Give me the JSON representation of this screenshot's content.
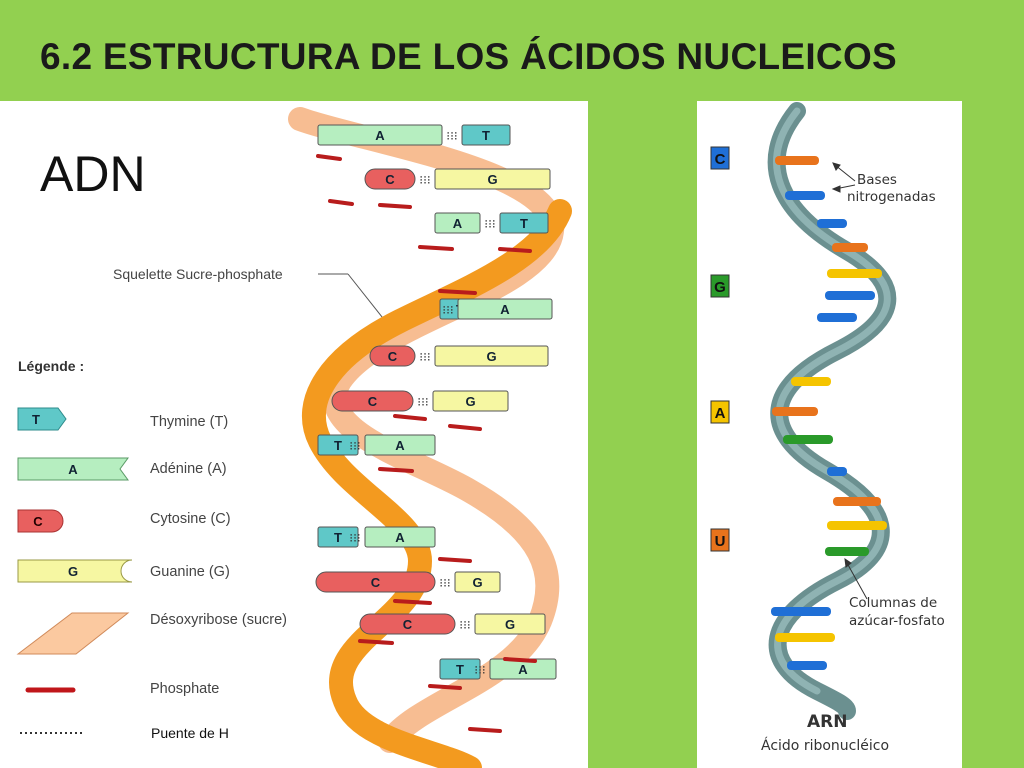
{
  "slide": {
    "title": "6.2 ESTRUCTURA DE LOS ÁCIDOS NUCLEICOS"
  },
  "dna_panel": {
    "label": "ADN",
    "skeleton_label": "Squelette Sucre-phosphate",
    "legend_title": "Légende :",
    "legend": [
      {
        "code": "T",
        "text": "Thymine (T)",
        "color": "#5fc8c8"
      },
      {
        "code": "A",
        "text": "Adénine (A)",
        "color": "#b6eec0"
      },
      {
        "code": "C",
        "text": "Cytosine (C)",
        "color": "#e8605f"
      },
      {
        "code": "G",
        "text": "Guanine (G)",
        "color": "#f6f7a2"
      },
      {
        "code": "",
        "text": "Désoxyribose (sucre)",
        "color": "#fbc9a0"
      },
      {
        "code": "",
        "text": "Phosphate",
        "color": "#c0161a"
      }
    ],
    "hbond_label": "Puente de H",
    "pairs": [
      {
        "left": "A",
        "right": "T"
      },
      {
        "left": "C",
        "right": "G"
      },
      {
        "left": "A",
        "right": "T"
      },
      {
        "left": "T",
        "right": "A"
      },
      {
        "left": "C",
        "right": "G"
      },
      {
        "left": "C",
        "right": "G"
      },
      {
        "left": "T",
        "right": "A"
      },
      {
        "left": "T",
        "right": "A"
      },
      {
        "left": "C",
        "right": "G"
      },
      {
        "left": "C",
        "right": "G"
      },
      {
        "left": "T",
        "right": "A"
      }
    ]
  },
  "rna_panel": {
    "bases_label_1": "Bases",
    "bases_label_2": "nitrogenadas",
    "columns_label_1": "Columnas de",
    "columns_label_2": "azúcar-fosfato",
    "title": "ARN",
    "subtitle": "Ácido ribonucléico",
    "legend": [
      {
        "code": "C",
        "color": "#1f6fd6"
      },
      {
        "code": "G",
        "color": "#2a9a2a"
      },
      {
        "code": "A",
        "color": "#f5c400"
      },
      {
        "code": "U",
        "color": "#e8731c"
      }
    ]
  }
}
